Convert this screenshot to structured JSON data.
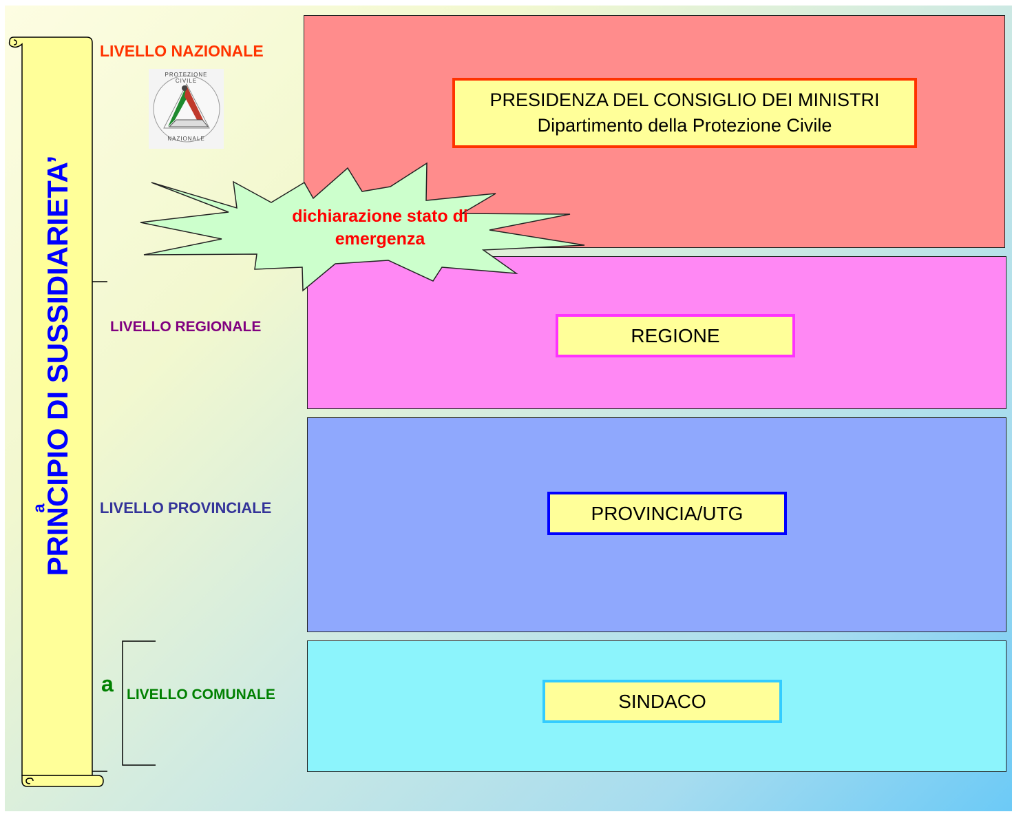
{
  "scroll": {
    "title": "PRINCIPIO DI SUSSIDIARIETA’",
    "accent_char": "a"
  },
  "levels": [
    {
      "label": "LIVELLO NAZIONALE",
      "color": "#ff3300"
    },
    {
      "label": "LIVELLO REGIONALE",
      "color": "#800080"
    },
    {
      "label": "LIVELLO PROVINCIALE",
      "color": "#333399"
    },
    {
      "label": "LIVELLO COMUNALE",
      "color": "#008000"
    }
  ],
  "comunale_marker": "a",
  "logo": {
    "icon": "protezione-civile-logo",
    "text_top": "PROTEZIONE CIVILE",
    "text_bottom": "NAZIONALE"
  },
  "bands": {
    "nazionale": {
      "fill": "#ff8c8c",
      "line1": "PRESIDENZA DEL CONSIGLIO DEI MINISTRI",
      "line2": "Dipartimento della Protezione Civile",
      "border": "#ff3300"
    },
    "regionale": {
      "fill": "#ff88f4",
      "label": "REGIONE",
      "border": "#ff33ff"
    },
    "provinciale": {
      "fill": "#8fa8fd",
      "label": "PROVINCIA/UTG",
      "border": "#0000ff"
    },
    "comunale": {
      "fill": "#8cf4fc",
      "label": "SINDACO",
      "border": "#33ccff"
    }
  },
  "burst": {
    "line1": "dichiarazione stato di",
    "line2": "emergenza",
    "fill": "#ccffcc",
    "text_color": "#ff0000"
  }
}
